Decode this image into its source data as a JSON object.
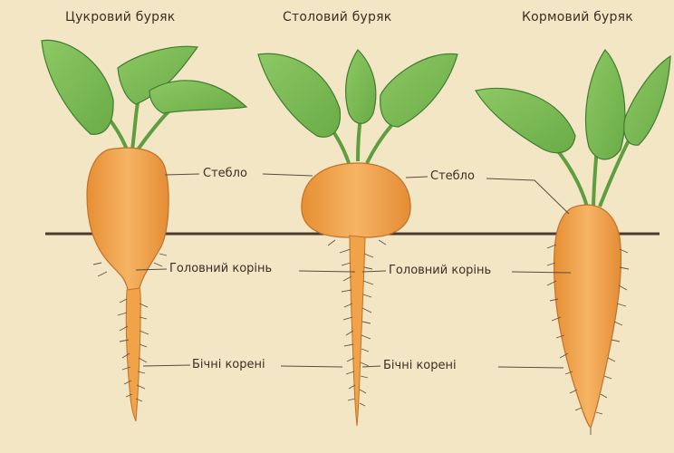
{
  "titles": {
    "sugar_beet": "Цукровий буряк",
    "table_beet": "Столовий буряк",
    "fodder_beet": "Кормовий буряк"
  },
  "labels": {
    "stem": "Стебло",
    "main_root": "Головний корінь",
    "lateral_roots": "Бічні корені"
  },
  "colors": {
    "background": "#f3e6c4",
    "leaf": "#7dbb55",
    "leaf_edge": "#3f7d30",
    "root": "#f0a348",
    "root_edge": "#c0722a",
    "ground_line": "#4a3a30",
    "leader_line": "#5a4a40"
  }
}
